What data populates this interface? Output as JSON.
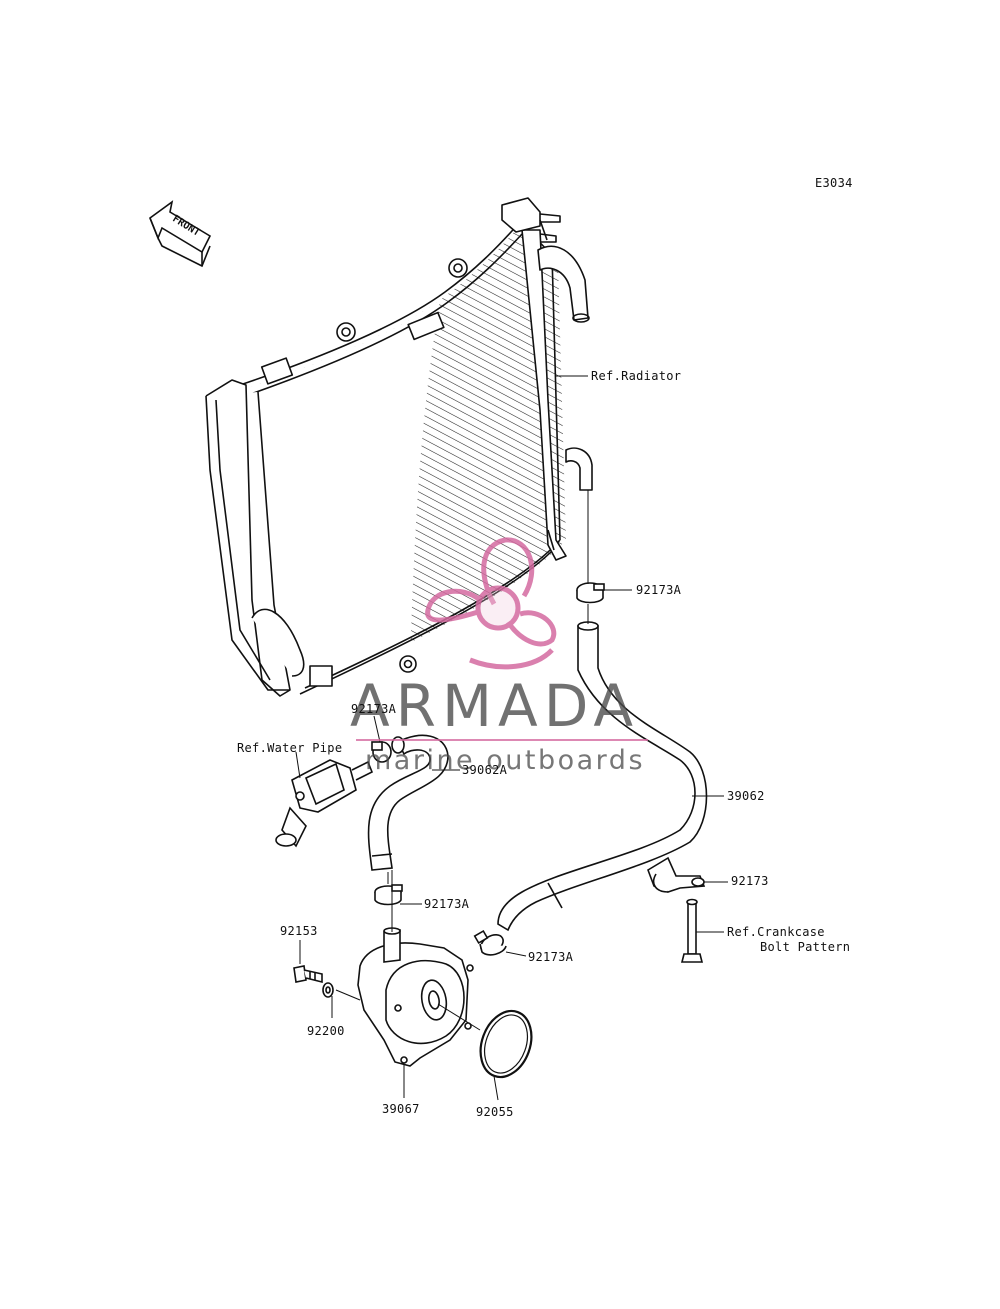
{
  "diagram_code": "E3034",
  "front_arrow": {
    "label": "FRONT"
  },
  "watermark": {
    "brand": "ARMADA",
    "sub": "marine outboards",
    "accent_color": "#d46aa0"
  },
  "labels": {
    "ref_radiator": "Ref.Radiator",
    "ref_water_pipe": "Ref.Water Pipe",
    "ref_crankcase_l1": "Ref.Crankcase",
    "ref_crankcase_l2": "Bolt Pattern",
    "p92173A_top": "92173A",
    "p92173A_left": "92173A",
    "p39062A": "39062A",
    "p39062": "39062",
    "p92173": "92173",
    "p92173A_mid": "92173A",
    "p92173A_low": "92173A",
    "p92153": "92153",
    "p92200": "92200",
    "p39067": "39067",
    "p92055": "92055"
  }
}
